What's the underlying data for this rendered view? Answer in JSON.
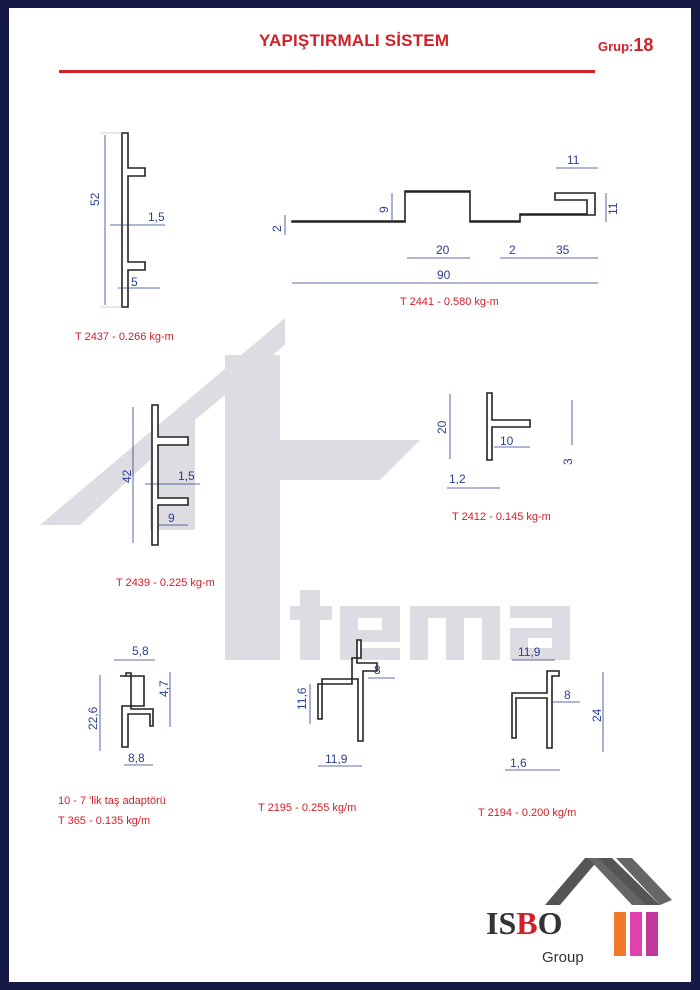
{
  "header": {
    "title": "YAPIŞTIRMALI SİSTEM",
    "group_label": "Grup:",
    "group_number": "18"
  },
  "watermark": {
    "text": "tema"
  },
  "profiles": [
    {
      "code": "T 2437 - 0.266 kg-m",
      "dims": [
        "52",
        "1,5",
        "5"
      ]
    },
    {
      "code": "T 2441 - 0.580 kg-m",
      "dims": [
        "2",
        "9",
        "20",
        "2",
        "35",
        "90",
        "11",
        "11"
      ]
    },
    {
      "code": "T 2439 - 0.225 kg-m",
      "dims": [
        "42",
        "1,5",
        "9"
      ]
    },
    {
      "code": "T 2412 - 0.145 kg-m",
      "dims": [
        "20",
        "10",
        "3",
        "1,2"
      ]
    },
    {
      "note": "10 - 7 'lik taş adaptörü",
      "code": "T 365 - 0.135 kg/m",
      "dims": [
        "5,8",
        "4,7",
        "22,6",
        "8,8"
      ]
    },
    {
      "code": "T 2195 - 0.255 kg/m",
      "dims": [
        "11,6",
        "8",
        "11,9"
      ]
    },
    {
      "code": "T 2194 - 0.200 kg/m",
      "dims": [
        "11,9",
        "8",
        "24",
        "1,6"
      ]
    }
  ],
  "logo": {
    "brand": "ISBO",
    "sub": "Group"
  },
  "colors": {
    "accent": "#d0202a",
    "frame": "#141a45",
    "dimension": "#2a3f8f"
  }
}
